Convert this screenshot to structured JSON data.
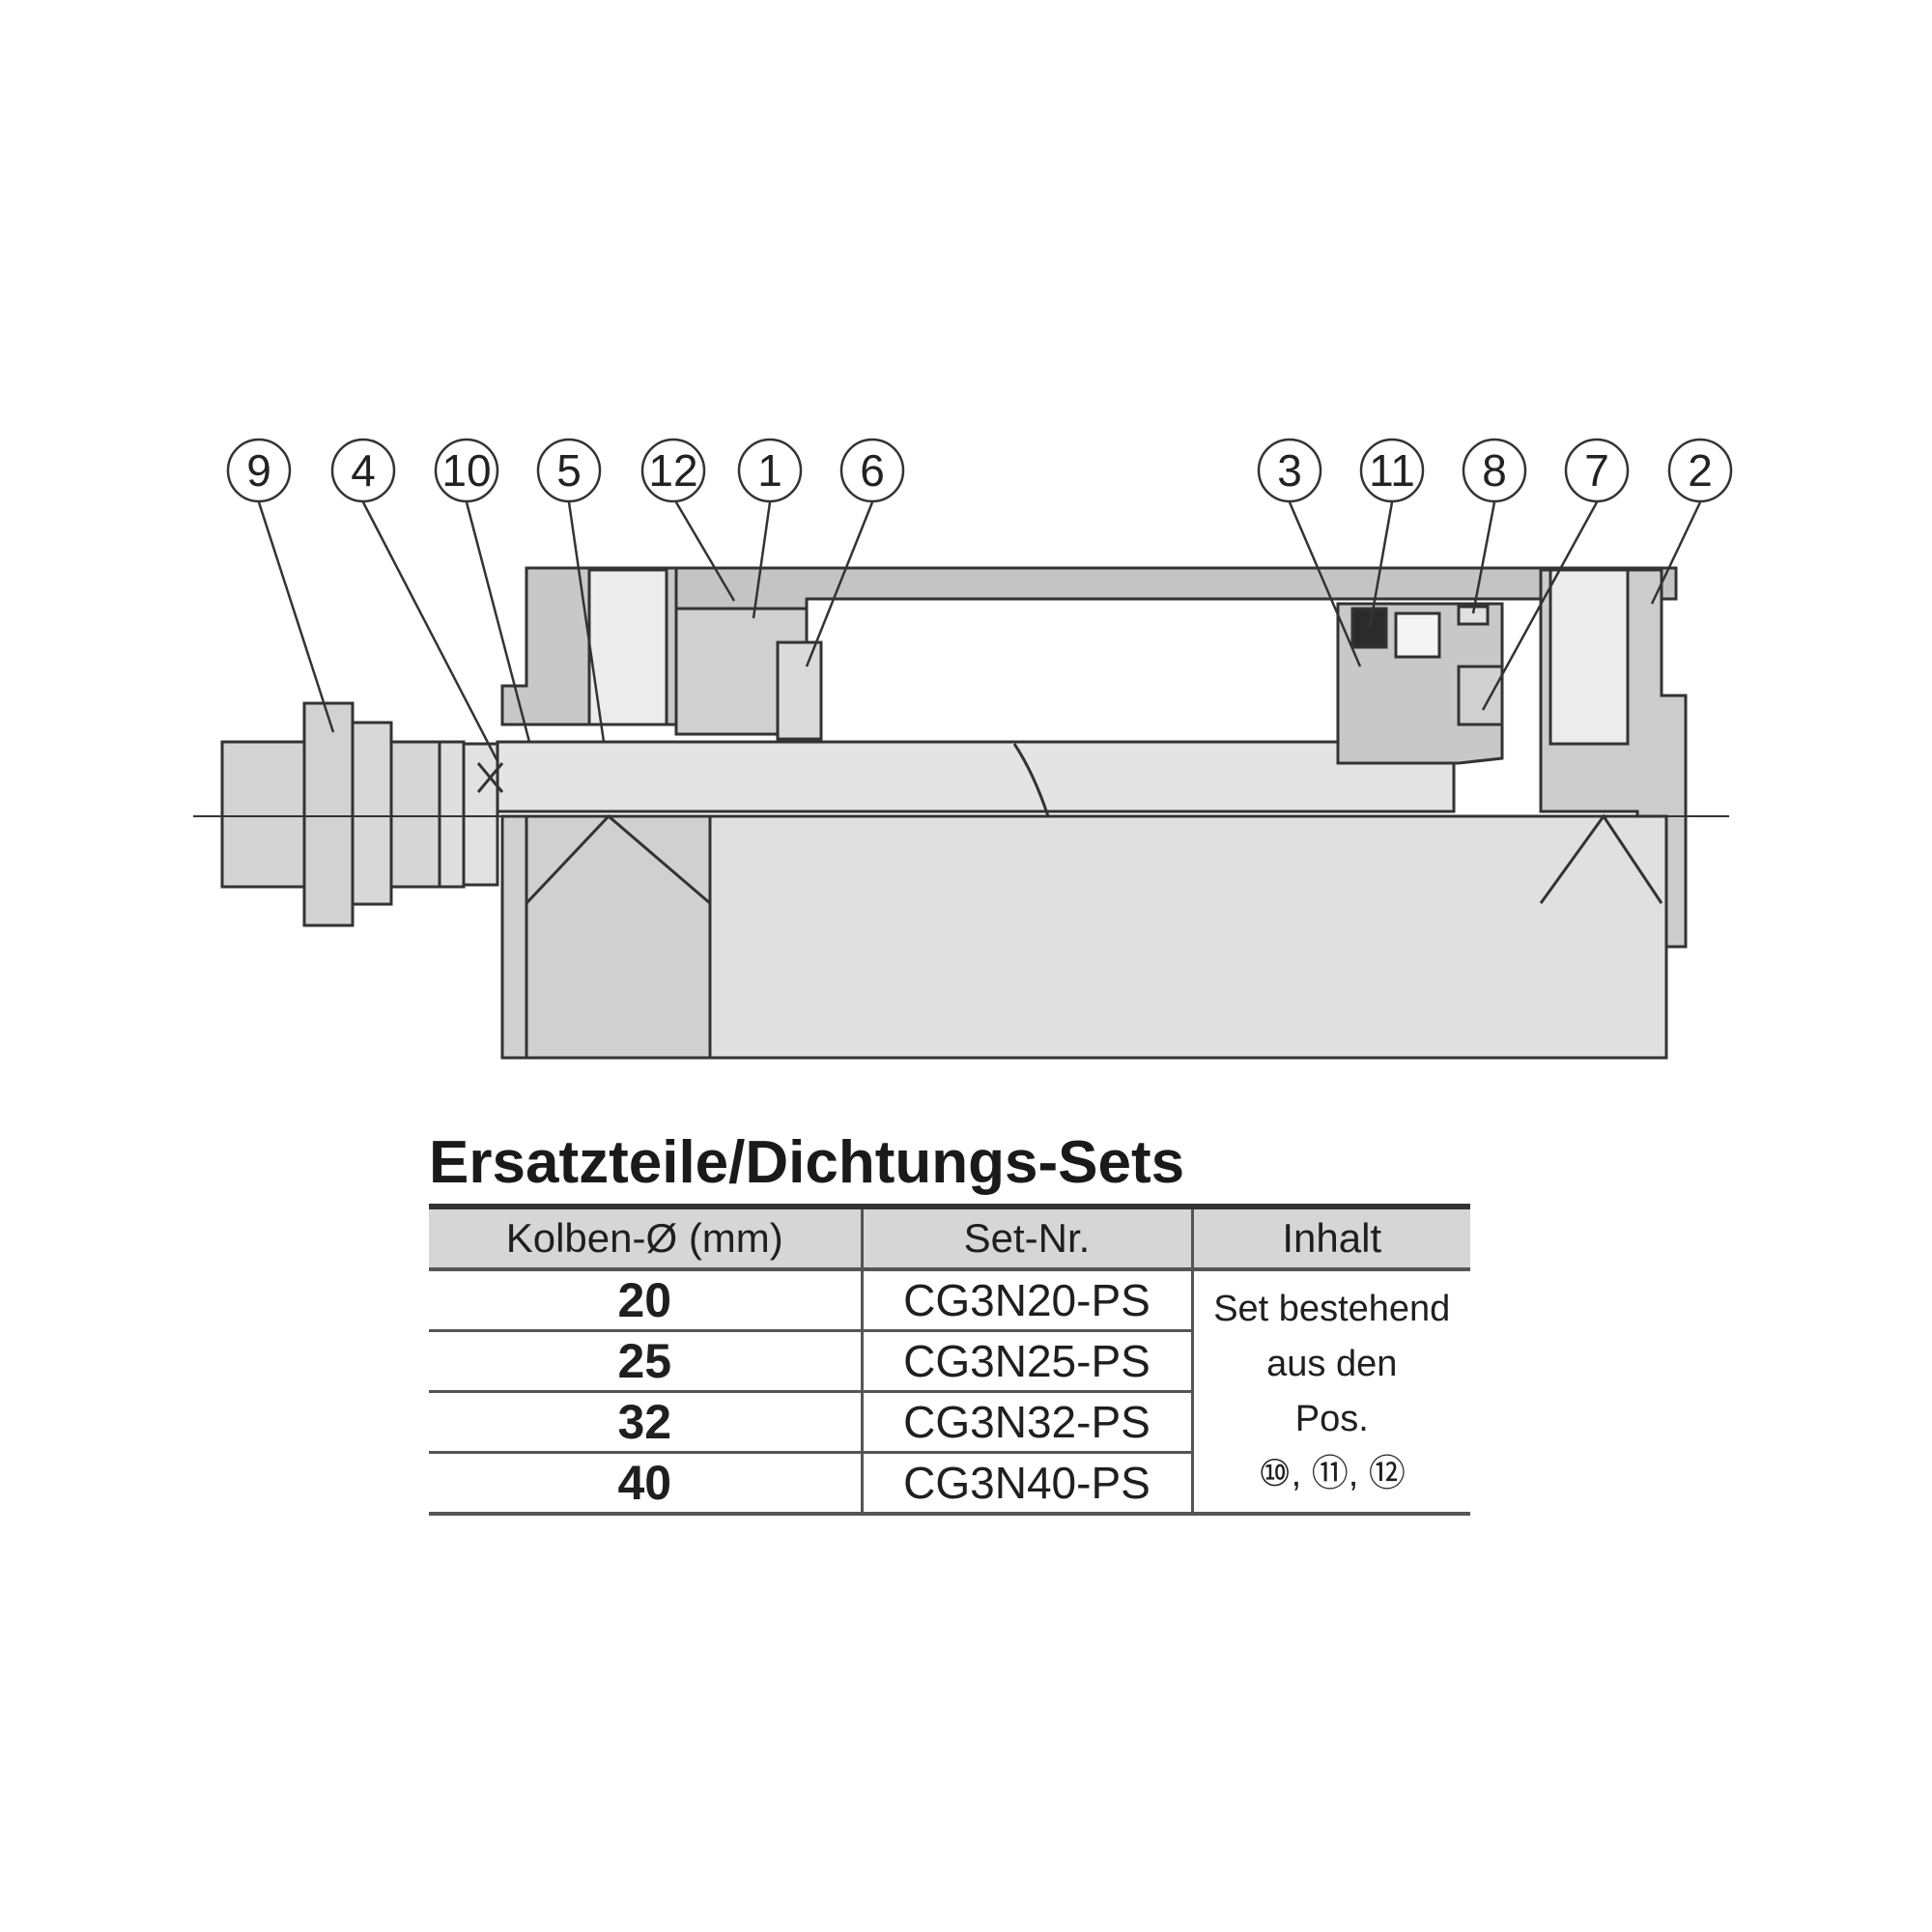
{
  "diagram": {
    "callouts_left": [
      "9",
      "4",
      "10",
      "5",
      "12",
      "1",
      "6"
    ],
    "callouts_right": [
      "3",
      "11",
      "8",
      "7",
      "2"
    ]
  },
  "table": {
    "title": "Ersatzteile/Dichtungs-Sets",
    "headers": [
      "Kolben-Ø (mm)",
      "Set-Nr.",
      "Inhalt"
    ],
    "rows": [
      {
        "size": "20",
        "set": "CG3N20-PS"
      },
      {
        "size": "25",
        "set": "CG3N25-PS"
      },
      {
        "size": "32",
        "set": "CG3N32-PS"
      },
      {
        "size": "40",
        "set": "CG3N40-PS"
      }
    ],
    "inhalt": {
      "line1": "Set bestehend",
      "line2": "aus den",
      "line3": "Pos.",
      "line4": "⑩, ⑪, ⑫"
    }
  }
}
